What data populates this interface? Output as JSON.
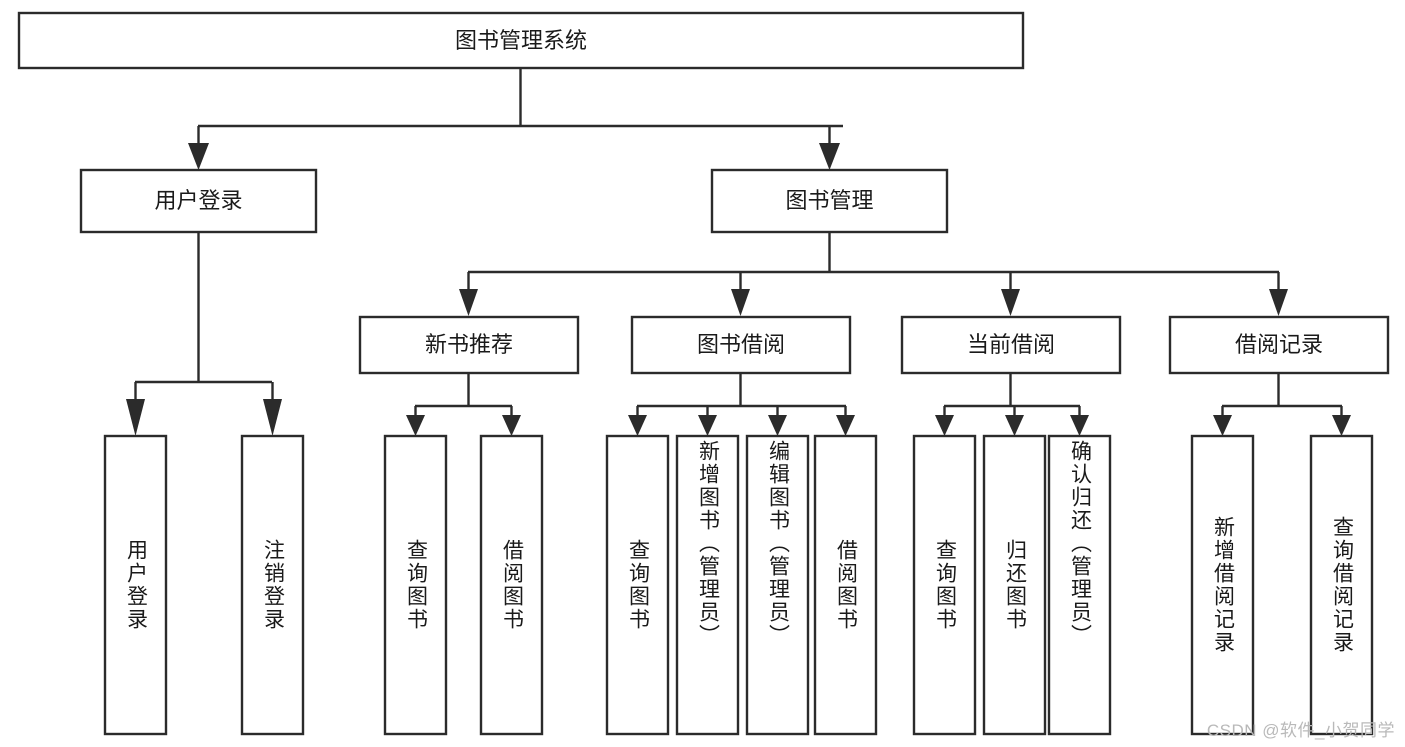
{
  "diagram": {
    "type": "hierarchy-tree",
    "title": "图书管理系统",
    "orientation": "top-down",
    "colors": {
      "box_stroke": "#2b2b2b",
      "box_fill": "#ffffff",
      "text": "#1a1a1a",
      "background": "#ffffff",
      "watermark": "#b9b9b9"
    },
    "root": {
      "label": "图书管理系统"
    },
    "level2": [
      {
        "label": "用户登录"
      },
      {
        "label": "图书管理"
      }
    ],
    "level3": [
      {
        "label": "新书推荐"
      },
      {
        "label": "图书借阅"
      },
      {
        "label": "当前借阅"
      },
      {
        "label": "借阅记录"
      }
    ],
    "leaves": {
      "user_login": [
        {
          "label": "用户登录"
        },
        {
          "label": "注销登录"
        }
      ],
      "new_book_recommend": [
        {
          "label": "查询图书"
        },
        {
          "label": "借阅图书"
        }
      ],
      "book_borrow": [
        {
          "label": "查询图书"
        },
        {
          "label": "新增图书（管理员）"
        },
        {
          "label": "编辑图书（管理员）"
        },
        {
          "label": "借阅图书"
        }
      ],
      "current_borrow": [
        {
          "label": "查询图书"
        },
        {
          "label": "归还图书"
        },
        {
          "label": "确认归还（管理员）"
        }
      ],
      "borrow_record": [
        {
          "label": "新增借阅记录"
        },
        {
          "label": "查询借阅记录"
        }
      ]
    },
    "watermark": "CSDN @软件_小贺同学"
  }
}
